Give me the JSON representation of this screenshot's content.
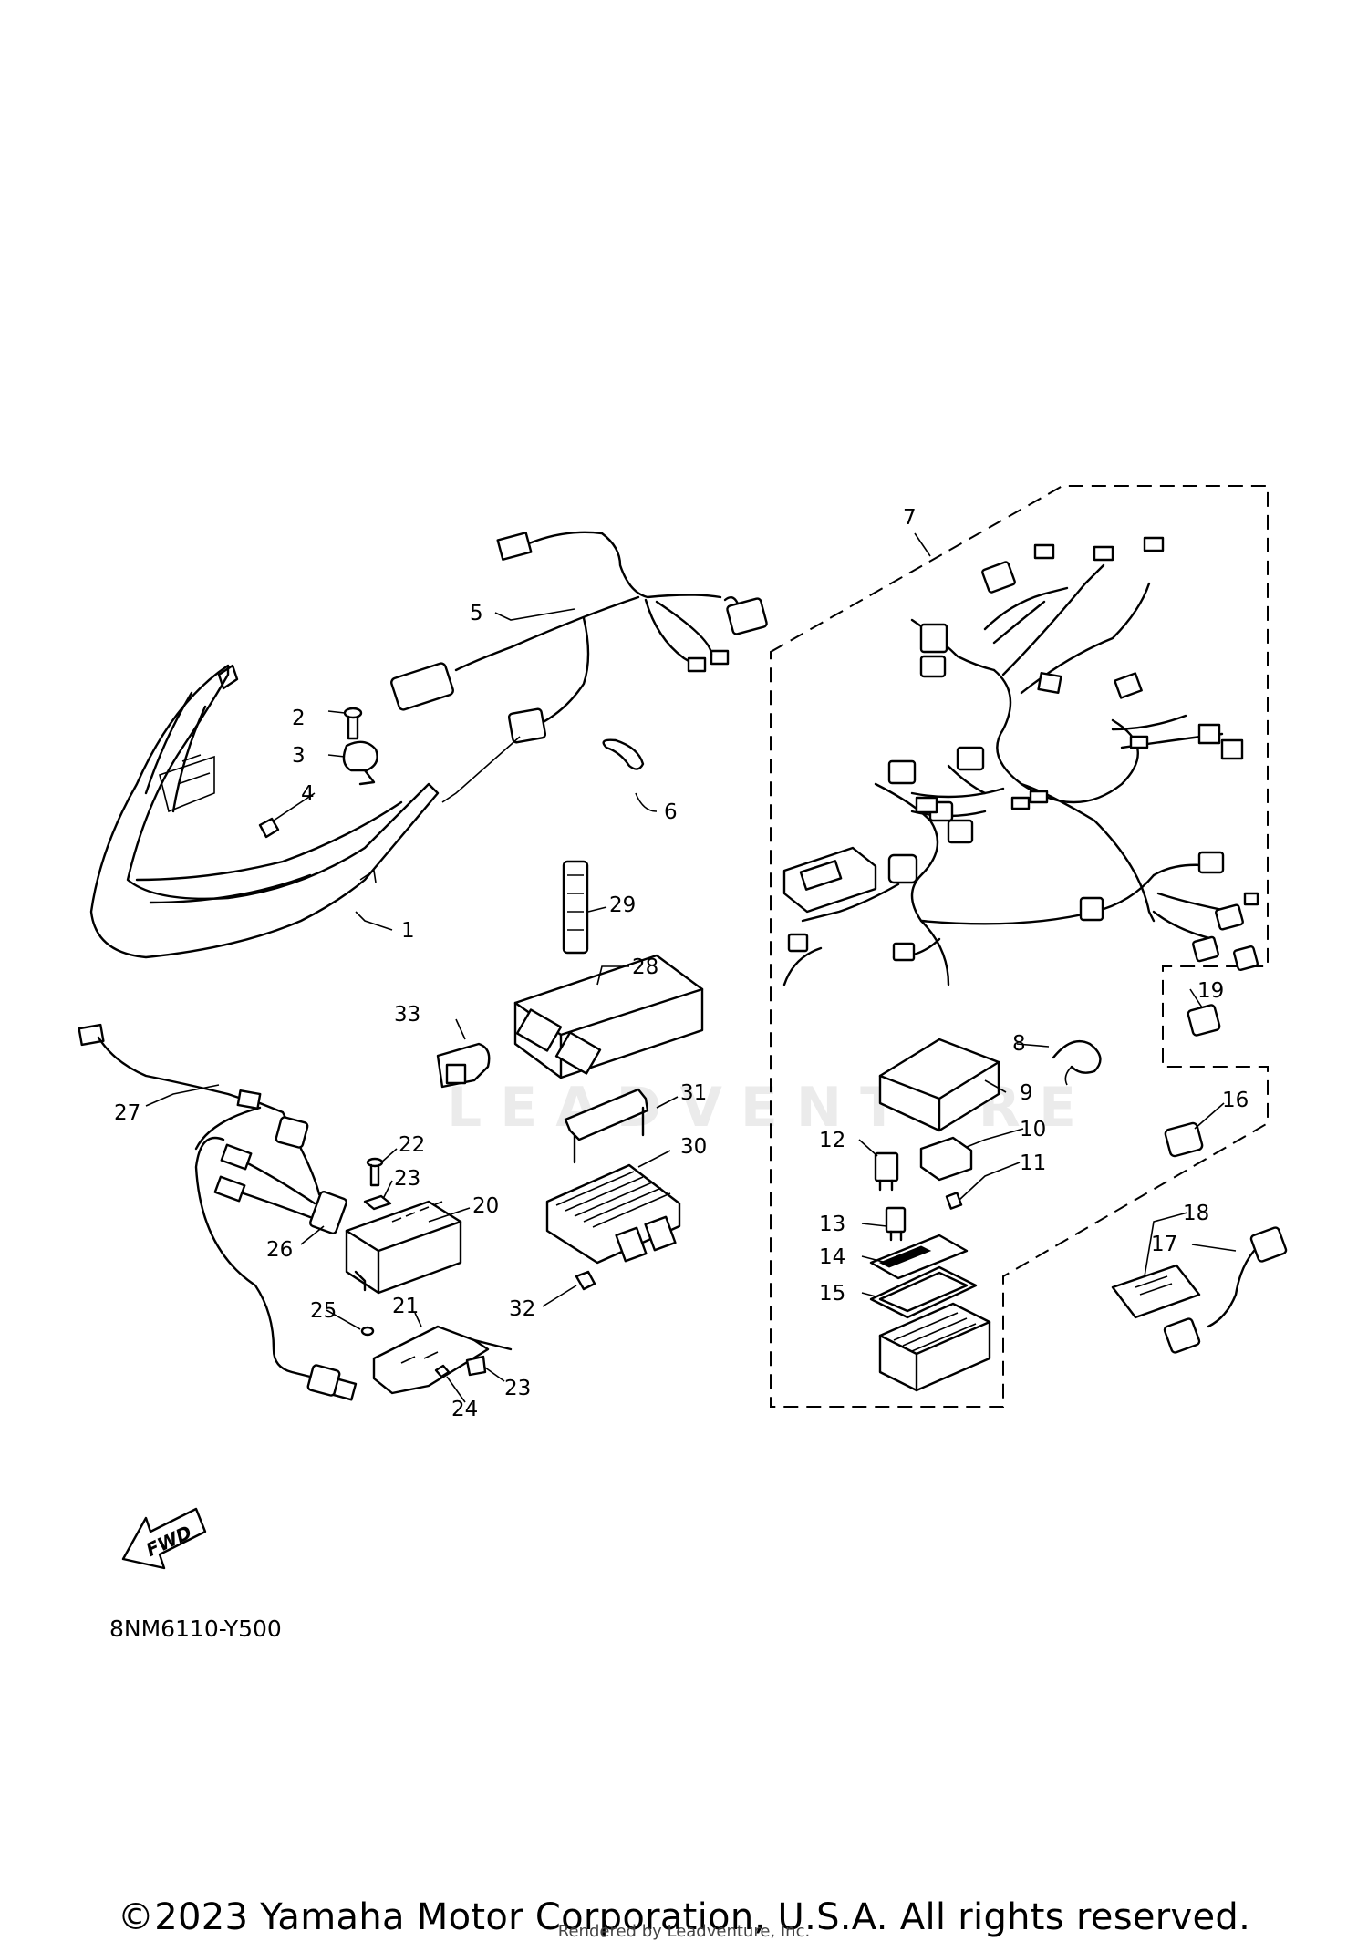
{
  "diagram_code": "8NM6110-Y500",
  "fwd_label": "FWD",
  "copyright": "©2023 Yamaha Motor Corporation, U.S.A. All rights reserved.",
  "rendered_by": "Rendered by Leadventure, Inc.",
  "watermark": "LEADVENTURE",
  "callouts": [
    "1",
    "2",
    "3",
    "4",
    "5",
    "6",
    "7",
    "8",
    "9",
    "10",
    "11",
    "12",
    "13",
    "14",
    "15",
    "16",
    "17",
    "18",
    "19",
    "20",
    "21",
    "22",
    "23",
    "24",
    "25",
    "26",
    "27",
    "28",
    "29",
    "30",
    "31",
    "32",
    "33"
  ],
  "colors": {
    "line": "#000000",
    "background": "#ffffff"
  }
}
